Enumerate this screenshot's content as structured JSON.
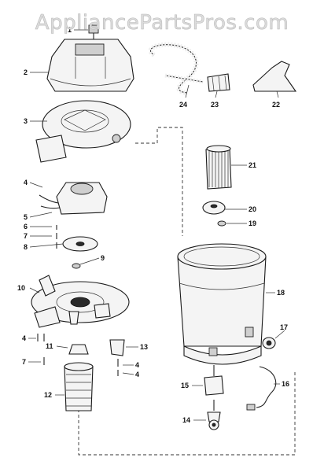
{
  "watermark": "AppliancePartsPros.com",
  "callouts": {
    "c1": "1",
    "c2": "2",
    "c3": "3",
    "c4a": "4",
    "c5": "5",
    "c6": "6",
    "c7a": "7",
    "c8": "8",
    "c9": "9",
    "c10": "10",
    "c4b": "4",
    "c7b": "7",
    "c11": "11",
    "c12": "12",
    "c13": "13",
    "c4c": "4",
    "c4d": "4",
    "c24": "24",
    "c23": "23",
    "c22": "22",
    "c21": "21",
    "c20": "20",
    "c19": "19",
    "c18": "18",
    "c17": "17",
    "c16": "16",
    "c15": "15",
    "c14": "14"
  }
}
